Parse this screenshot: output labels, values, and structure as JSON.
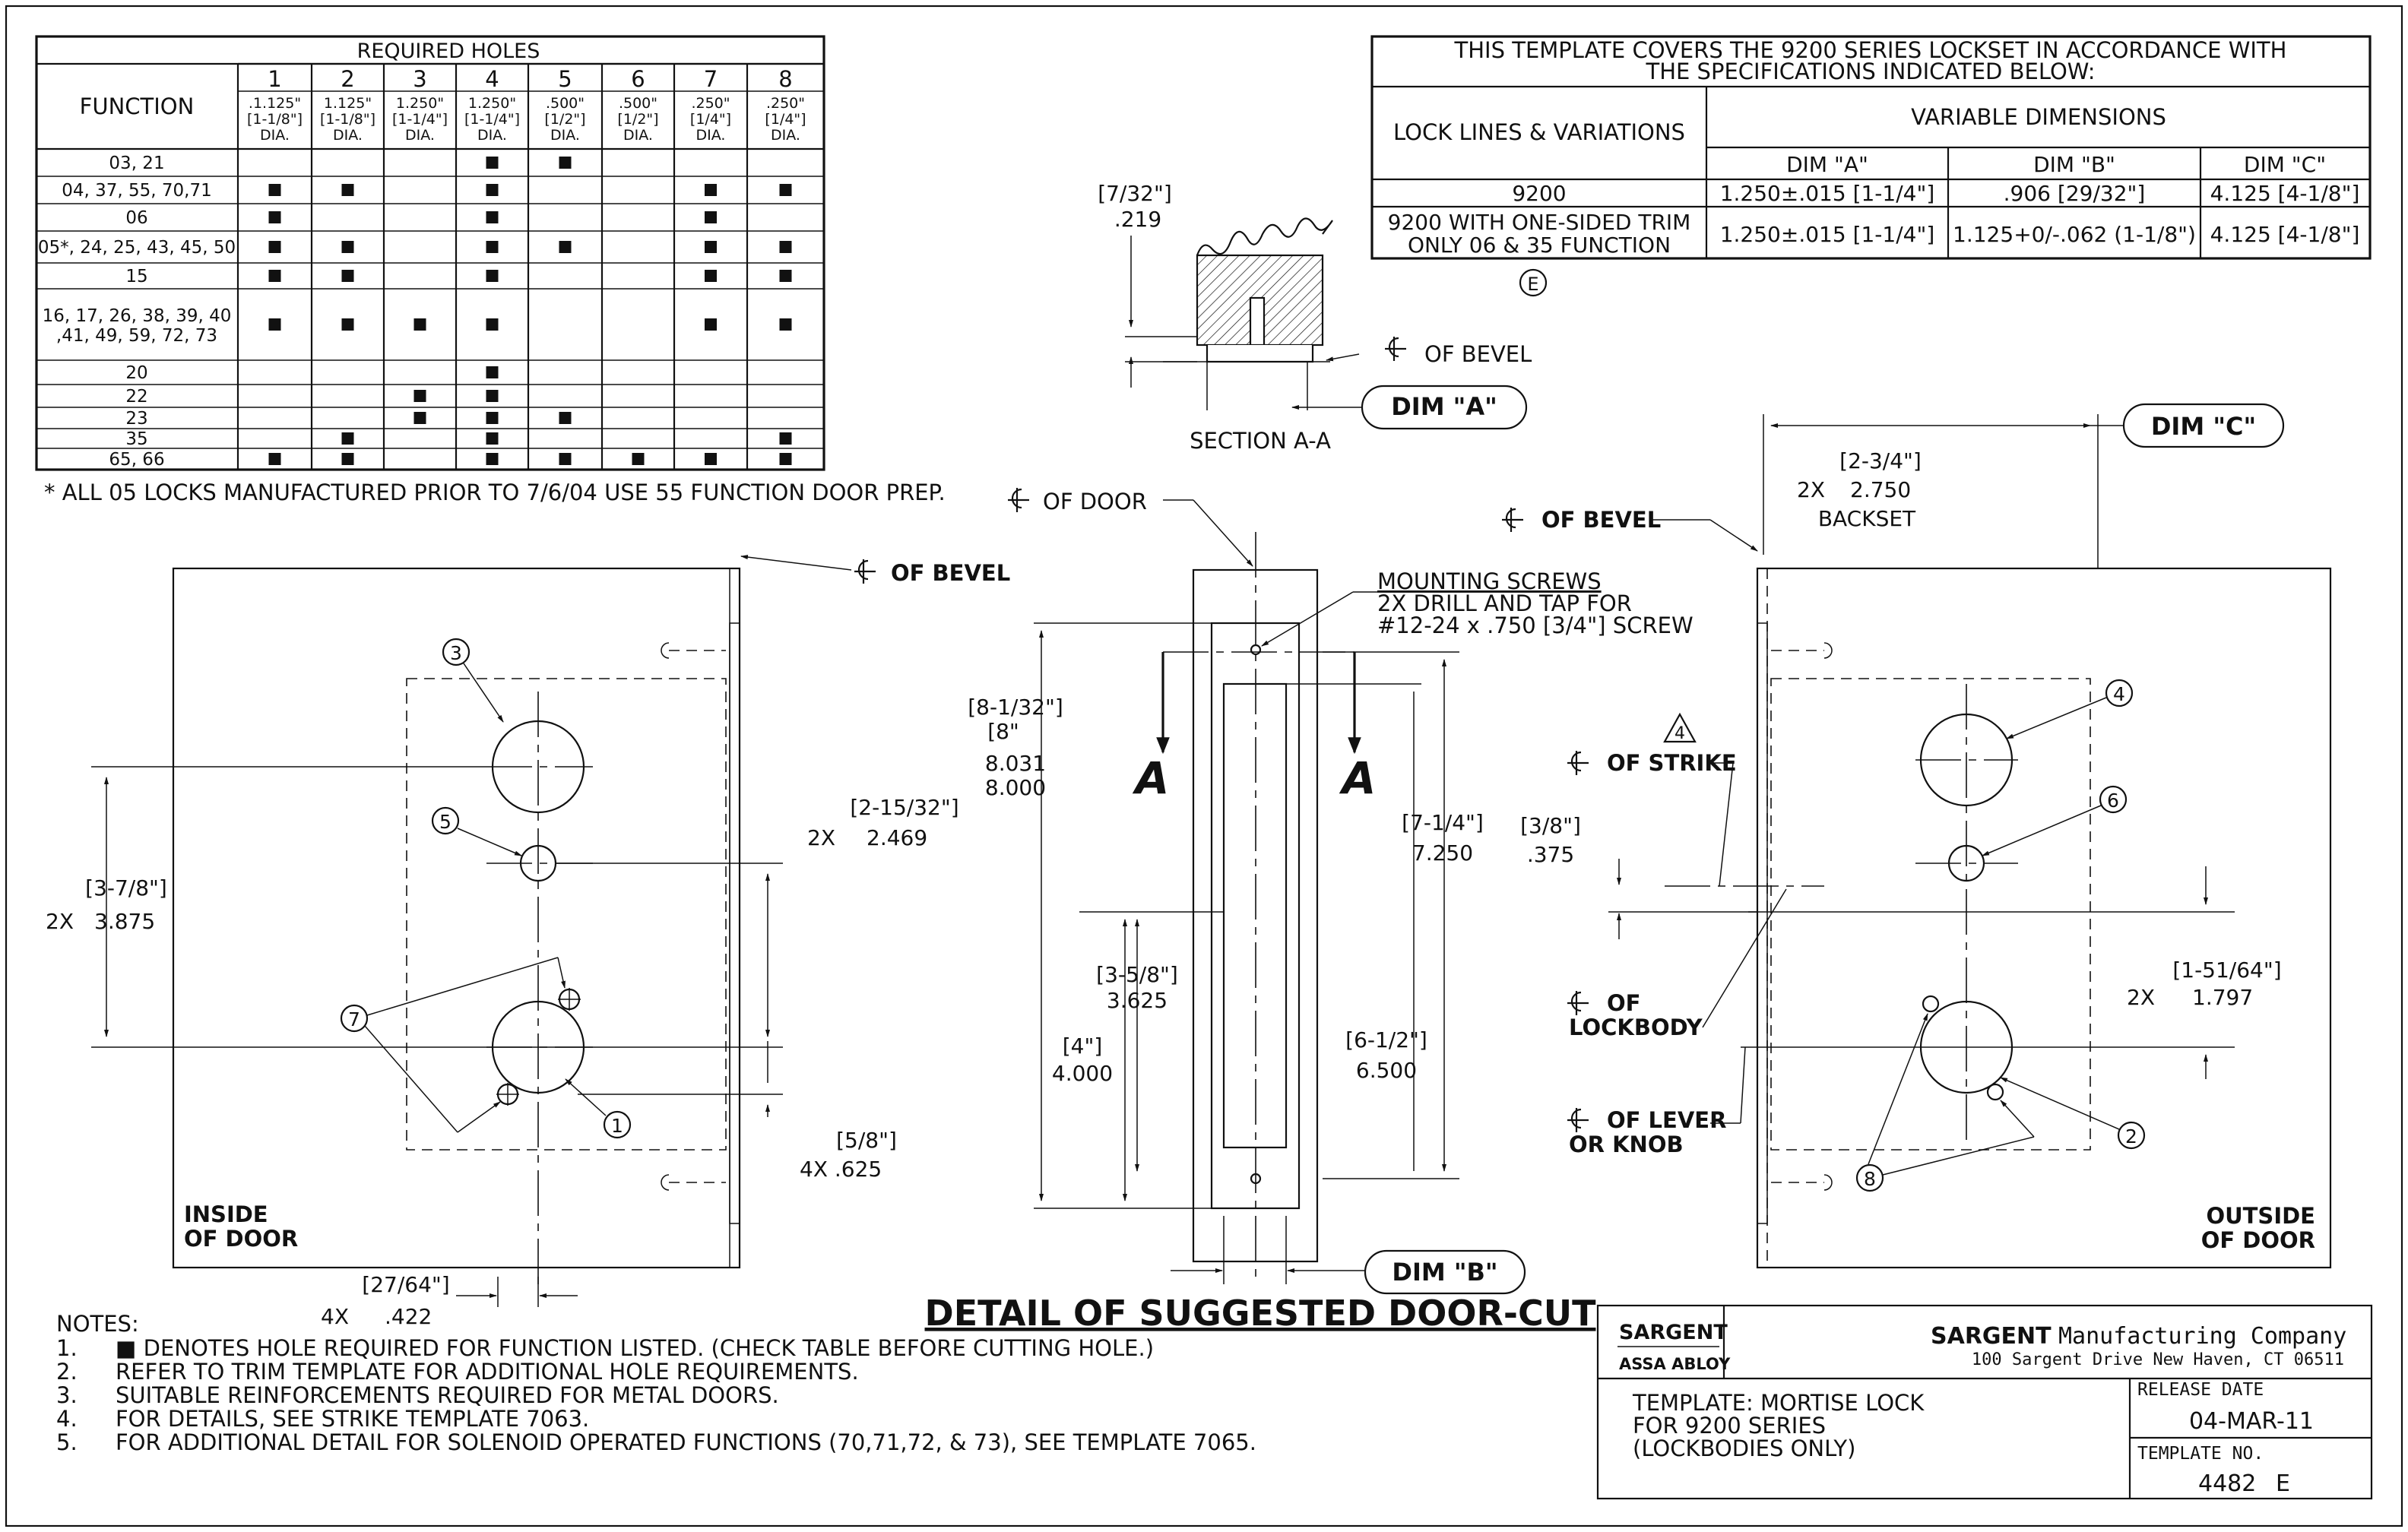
{
  "req_table": {
    "title": "REQUIRED HOLES",
    "function_header": "FUNCTION",
    "hole_numbers": [
      "1",
      "2",
      "3",
      "4",
      "5",
      "6",
      "7",
      "8"
    ],
    "hole_specs": [
      [
        ".1.125\"",
        "[1-1/8\"]",
        "DIA."
      ],
      [
        "1.125\"",
        "[1-1/8\"]",
        "DIA."
      ],
      [
        "1.250\"",
        "[1-1/4\"]",
        "DIA."
      ],
      [
        "1.250\"",
        "[1-1/4\"]",
        "DIA."
      ],
      [
        ".500\"",
        "[1/2\"]",
        "DIA."
      ],
      [
        ".500\"",
        "[1/2\"]",
        "DIA."
      ],
      [
        ".250\"",
        "[1/4\"]",
        "DIA."
      ],
      [
        ".250\"",
        "[1/4\"]",
        "DIA."
      ]
    ],
    "rows": [
      {
        "func": "03, 21",
        "holes": [
          4,
          5
        ]
      },
      {
        "func": "04, 37, 55, 70,71",
        "holes": [
          1,
          2,
          4,
          7,
          8
        ]
      },
      {
        "func": "06",
        "holes": [
          1,
          4,
          7
        ]
      },
      {
        "func": "05*, 24, 25, 43, 45, 50",
        "holes": [
          1,
          2,
          4,
          5,
          7,
          8
        ]
      },
      {
        "func": "15",
        "holes": [
          1,
          2,
          4,
          7,
          8
        ]
      },
      {
        "func": "16, 17, 26, 38, 39, 40",
        "func2": ",41, 49, 59, 72, 73",
        "holes": [
          1,
          2,
          3,
          4,
          7,
          8
        ]
      },
      {
        "func": "20",
        "holes": [
          4
        ]
      },
      {
        "func": "22",
        "holes": [
          3,
          4
        ]
      },
      {
        "func": "23",
        "holes": [
          3,
          4,
          5
        ]
      },
      {
        "func": "35",
        "holes": [
          2,
          4,
          8
        ]
      },
      {
        "func": "65, 66",
        "holes": [
          1,
          2,
          4,
          5,
          6,
          7,
          8
        ]
      }
    ],
    "footnote": "* ALL 05 LOCKS MANUFACTURED PRIOR TO 7/6/04 USE 55 FUNCTION DOOR PREP."
  },
  "var_table": {
    "intro_line1": "THIS TEMPLATE COVERS THE 9200 SERIES LOCKSET IN ACCORDANCE WITH",
    "intro_line2": "THE SPECIFICATIONS INDICATED BELOW:",
    "lock_lines_header": "LOCK LINES & VARIATIONS",
    "variable_header": "VARIABLE DIMENSIONS",
    "dim_a_header": "DIM \"A\"",
    "dim_b_header": "DIM \"B\"",
    "dim_c_header": "DIM \"C\"",
    "row1": {
      "line": "9200",
      "a": "1.250±.015 [1-1/4\"]",
      "b": ".906 [29/32\"]",
      "c": "4.125 [4-1/8\"]"
    },
    "row2": {
      "line1": "9200 WITH ONE-SIDED TRIM",
      "line2": "ONLY 06 & 35 FUNCTION",
      "a": "1.250±.015 [1-1/4\"]",
      "b": "1.125+0/-.062 (1-1/8\")",
      "c": "4.125 [4-1/8\"]"
    },
    "revision": "E"
  },
  "section_aa": {
    "dim_frac": "[7/32\"]",
    "dim_dec": ".219",
    "bevel_label": "OF BEVEL",
    "dim_a_pill": "DIM \"A\"",
    "caption": "SECTION A-A"
  },
  "inside_view": {
    "bevel_label": "OF BEVEL",
    "dim1_frac": "[2-15/32\"]",
    "dim1_qty": "2X",
    "dim1_dec": "2.469",
    "dim2_frac": "[3-7/8\"]",
    "dim2_qty": "2X",
    "dim2_dec": "3.875",
    "dim3_frac": "[5/8\"]",
    "dim3_line": "4X .625",
    "dim4_frac": "[27/64\"]",
    "dim4_qty": "4X",
    "dim4_dec": ".422",
    "label_line1": "INSIDE",
    "label_line2": "OF DOOR",
    "callouts": [
      "3",
      "5",
      "7",
      "1"
    ]
  },
  "door_cut": {
    "cl_door_label": "OF DOOR",
    "mounting_title": "MOUNTING SCREWS",
    "mounting_line2": "2X DRILL AND TAP FOR",
    "mounting_line3": "#12-24 x .750 [3/4\"] SCREW",
    "dim_total_frac1": "[8-1/32\"]",
    "dim_total_frac2": "[8\"",
    "dim_total_dec1": "8.031",
    "dim_total_dec2": "8.000",
    "dim_cut_frac": "[7-1/4\"]",
    "dim_cut_dec": "7.250",
    "dim_a_frac": "[3-5/8\"]",
    "dim_a_dec": "3.625",
    "dim_b_frac": "[4\"]",
    "dim_b_dec": "4.000",
    "dim_c_frac": "[6-1/2\"]",
    "dim_c_dec": "6.500",
    "section_letter": "A",
    "dim_b_pill": "DIM \"B\"",
    "title": "DETAIL OF SUGGESTED DOOR-CUT"
  },
  "outside_view": {
    "dim_c_pill": "DIM \"C\"",
    "backset_frac": "[2-3/4\"]",
    "backset_qty": "2X",
    "backset_dec": "2.750",
    "backset_label": "BACKSET",
    "bevel_label": "OF BEVEL",
    "strike_label": "OF STRIKE",
    "strike_note": "4",
    "strike_frac": "[3/8\"]",
    "strike_dec": ".375",
    "lockbody_label1": "OF",
    "lockbody_label2": "LOCKBODY",
    "lever_label1": "OF LEVER",
    "lever_label2": "OR KNOB",
    "dim_frac": "[1-51/64\"]",
    "dim_qty": "2X",
    "dim_dec": "1.797",
    "label_line1": "OUTSIDE",
    "label_line2": "OF DOOR",
    "callouts": [
      "4",
      "6",
      "2",
      "8"
    ]
  },
  "notes": {
    "heading": "NOTES:",
    "items": [
      {
        "num": "1.",
        "text": "■ DENOTES HOLE REQUIRED FOR FUNCTION LISTED. (CHECK TABLE BEFORE CUTTING HOLE.)"
      },
      {
        "num": "2.",
        "text": "REFER TO TRIM TEMPLATE FOR ADDITIONAL HOLE REQUIREMENTS."
      },
      {
        "num": "3.",
        "text": "SUITABLE REINFORCEMENTS REQUIRED FOR METAL DOORS."
      },
      {
        "num": "4.",
        "text": "FOR DETAILS, SEE STRIKE TEMPLATE 7063."
      },
      {
        "num": "5.",
        "text": "FOR ADDITIONAL DETAIL FOR SOLENOID OPERATED FUNCTIONS (70,71,72, & 73), SEE TEMPLATE 7065."
      }
    ]
  },
  "title_block": {
    "logo_brand": "SARGENT",
    "logo_group": "ASSA ABLOY",
    "company_brand": "SARGENT",
    "company_name": "Manufacturing Company",
    "address": "100 Sargent Drive New Haven, CT 06511",
    "template_line1": "TEMPLATE: MORTISE LOCK",
    "template_line2": "FOR 9200 SERIES",
    "template_line3": "(LOCKBODIES ONLY)",
    "release_label": "RELEASE DATE",
    "release_date": "04-MAR-11",
    "template_no_label": "TEMPLATE NO.",
    "template_no": "4482",
    "revision": "E"
  }
}
